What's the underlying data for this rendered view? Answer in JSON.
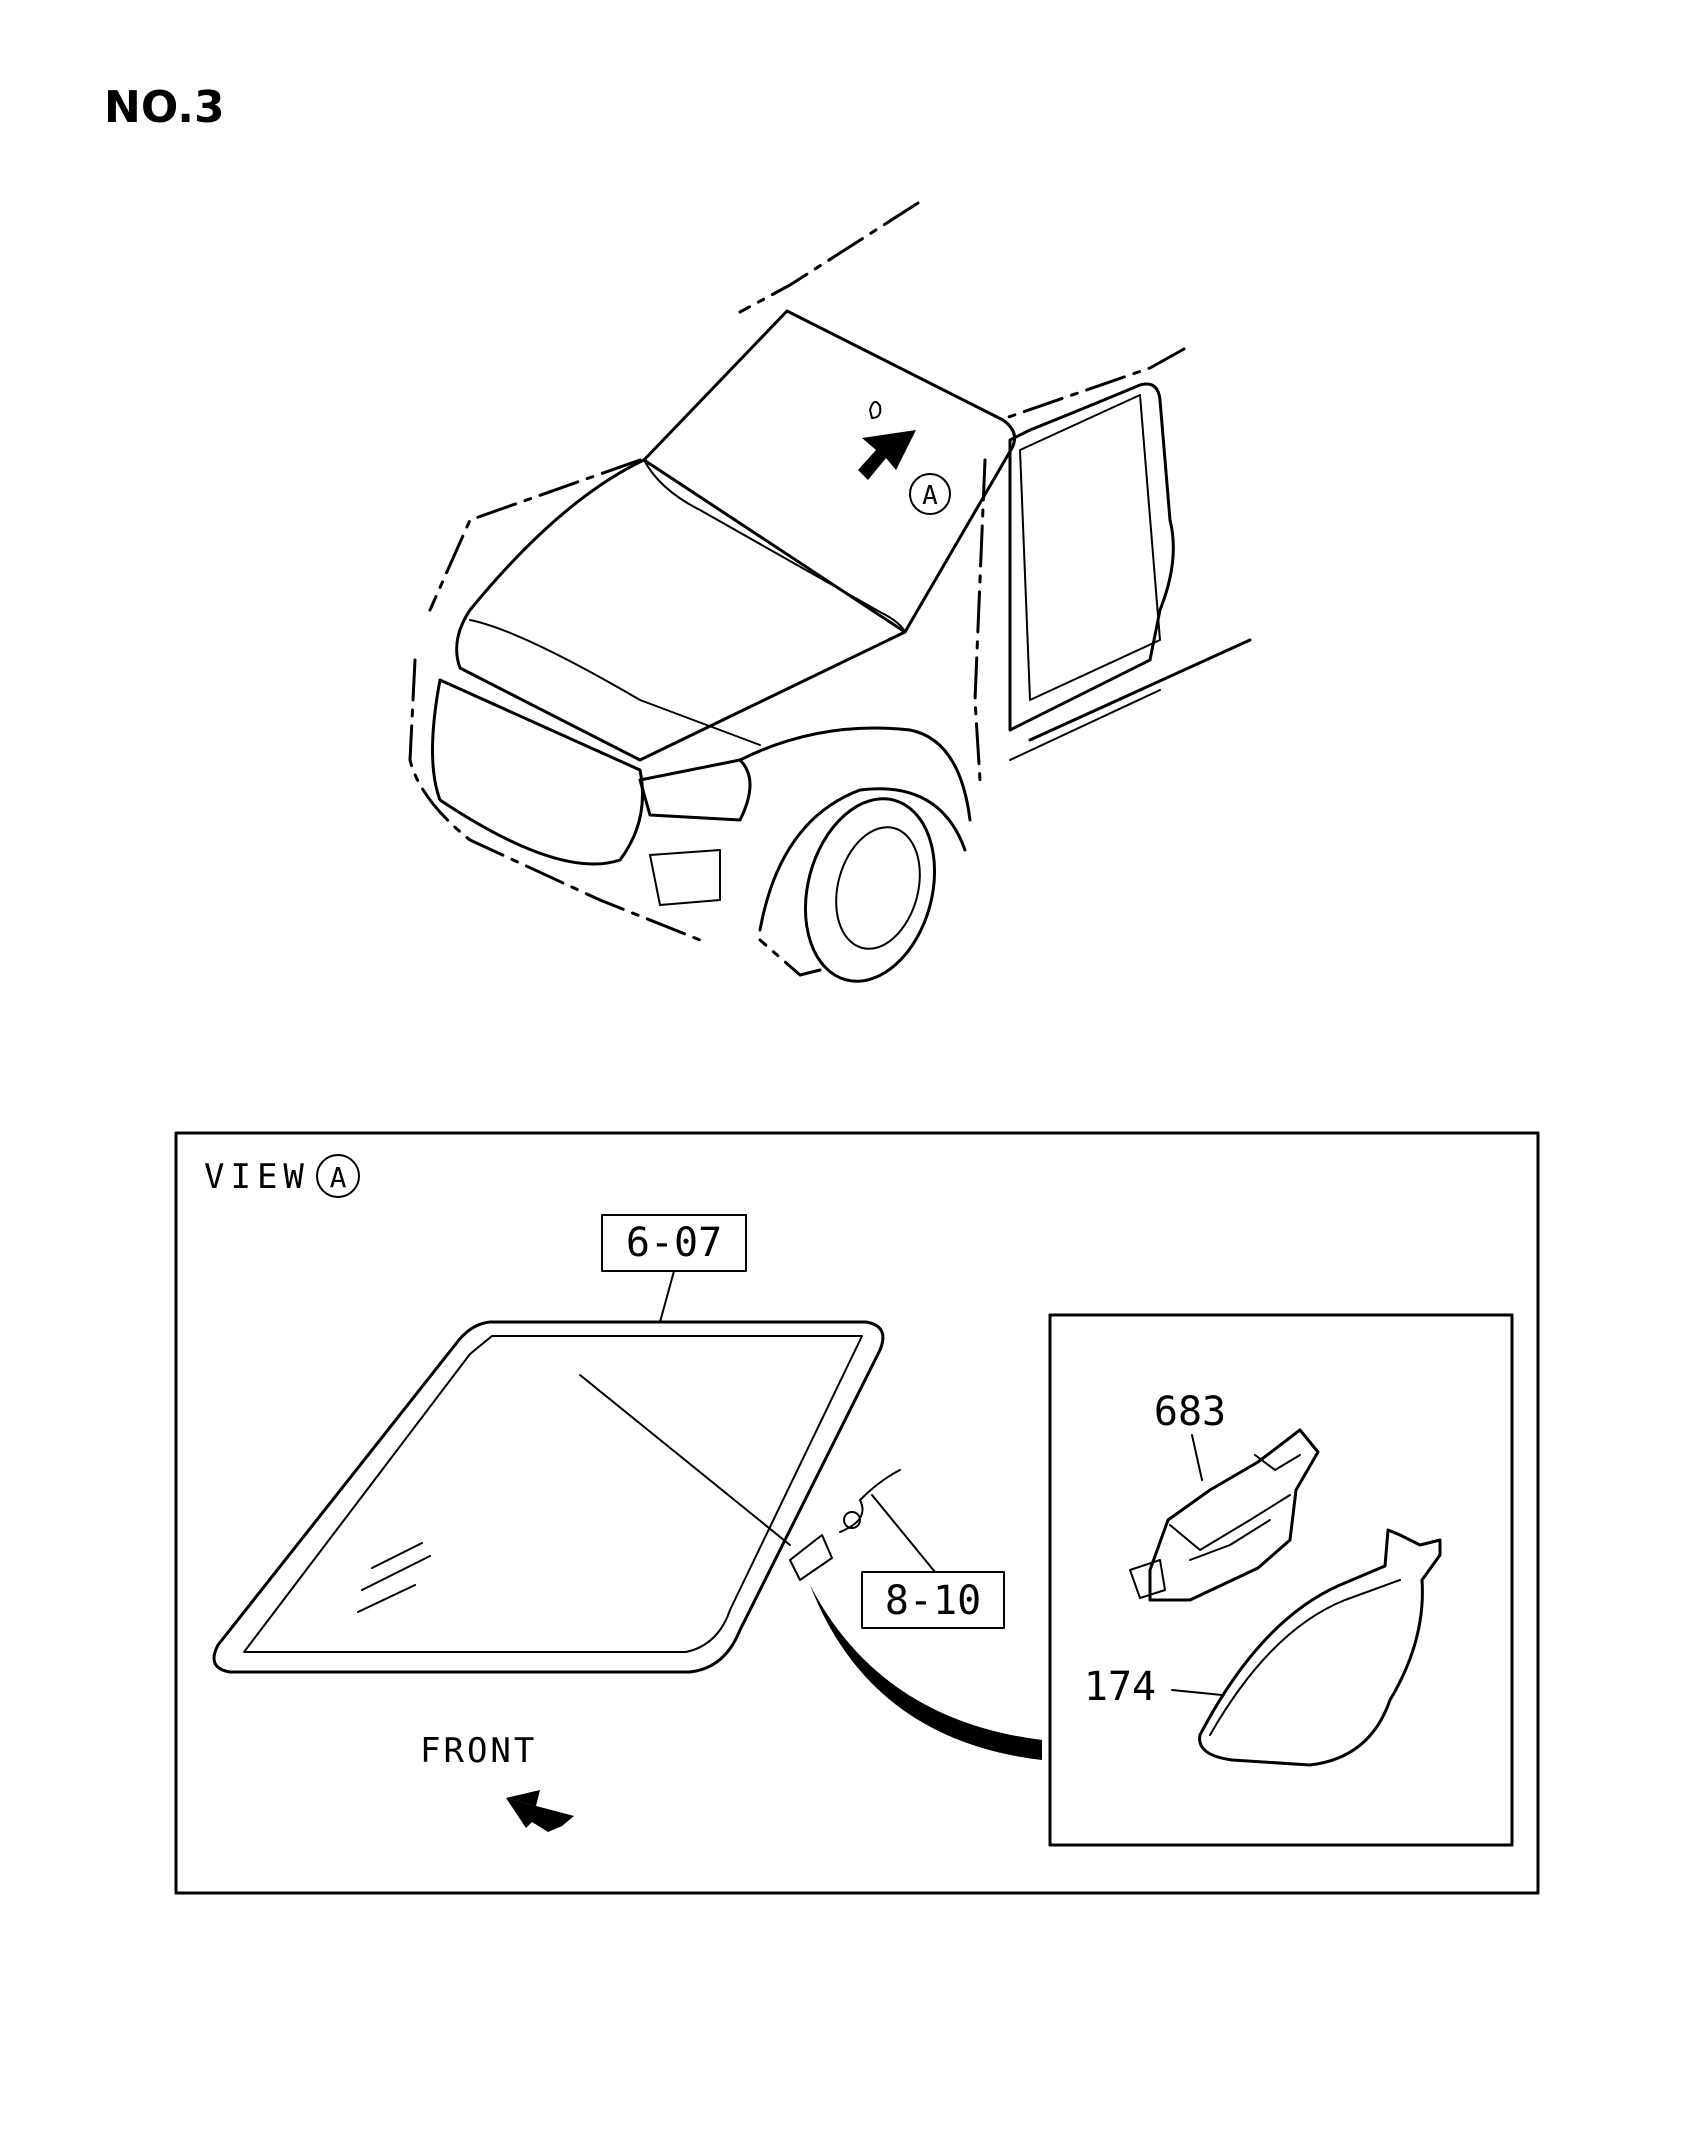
{
  "page": {
    "label": "NO.3"
  },
  "overview": {
    "view_marker": "A"
  },
  "detail": {
    "view_label": "VIEW",
    "view_marker": "A",
    "callouts": {
      "glass_ref": "6-07",
      "wiring_ref": "8-10",
      "sensor_part": "683",
      "cover_part": "174"
    },
    "front_label": "FRONT"
  }
}
